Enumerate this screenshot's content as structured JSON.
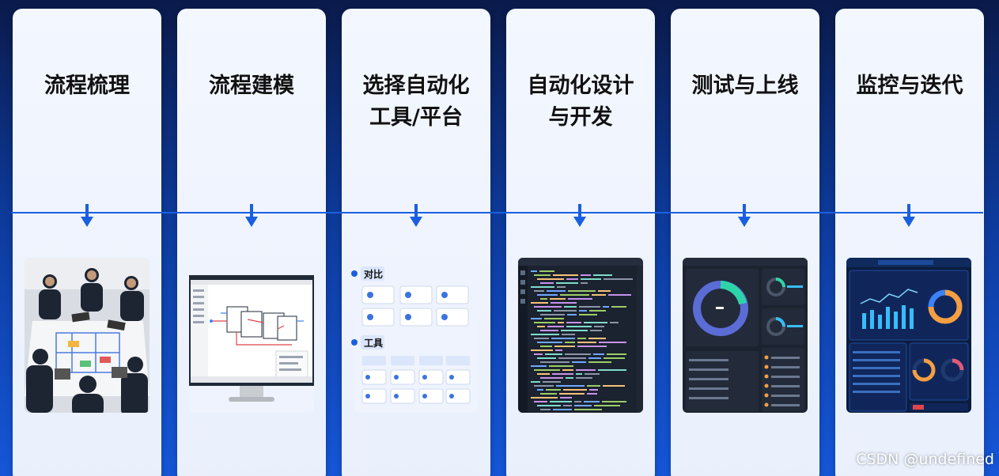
{
  "steps": [
    {
      "title": "流程梳理"
    },
    {
      "title": "流程建模"
    },
    {
      "title": "选择自动化\n工具/平台"
    },
    {
      "title": "自动化设计\n与开发"
    },
    {
      "title": "测试与上线"
    },
    {
      "title": "监控与迭代"
    }
  ],
  "tool_panel": {
    "compare_label": "对比",
    "tools_label": "工具"
  },
  "watermark": "CSDN @undefined",
  "colors": {
    "accent": "#1a5fe0",
    "background_top": "#0a1a4a",
    "background_bottom": "#1556d8",
    "card": "#eef3fd"
  }
}
